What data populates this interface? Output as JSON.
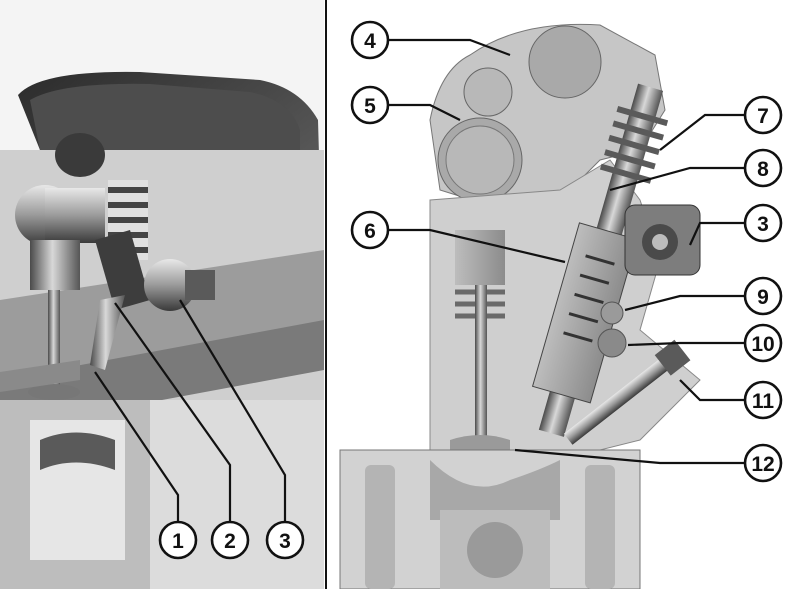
{
  "figure": {
    "left_panel": {
      "callouts": [
        {
          "label": "1"
        },
        {
          "label": "2"
        },
        {
          "label": "3"
        }
      ]
    },
    "right_panel": {
      "callouts": [
        {
          "label": "4"
        },
        {
          "label": "5"
        },
        {
          "label": "6"
        },
        {
          "label": "7"
        },
        {
          "label": "8"
        },
        {
          "label": "3"
        },
        {
          "label": "9"
        },
        {
          "label": "10"
        },
        {
          "label": "11"
        },
        {
          "label": "12"
        }
      ]
    }
  }
}
